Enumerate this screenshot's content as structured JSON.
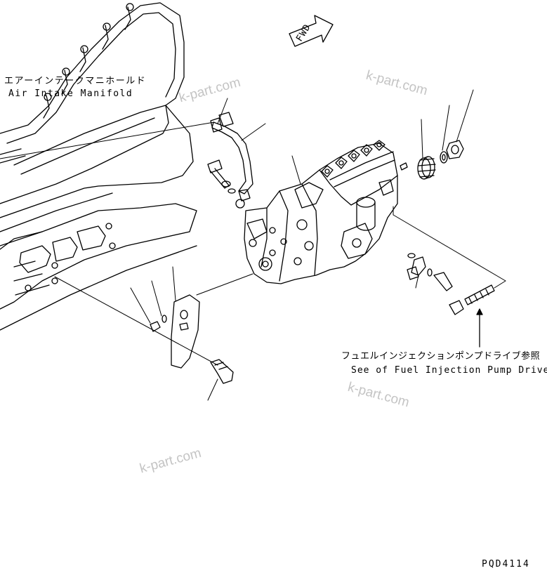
{
  "labels": {
    "air_intake_jp": "エアーインテークマニホールド",
    "air_intake_en": "Air Intake Manifold",
    "pump_drive_jp": "フュエルインジェクションポンプドライブ参照",
    "pump_drive_en": "See of Fuel Injection Pump Drive",
    "fwd": "FWD",
    "drawing_code": "PQD4114"
  },
  "watermarks": [
    "k-part.com",
    "k-part.com",
    "k-part.com",
    "k-part.com"
  ],
  "colors": {
    "line": "#000000",
    "watermark": "#c4c4c4"
  }
}
